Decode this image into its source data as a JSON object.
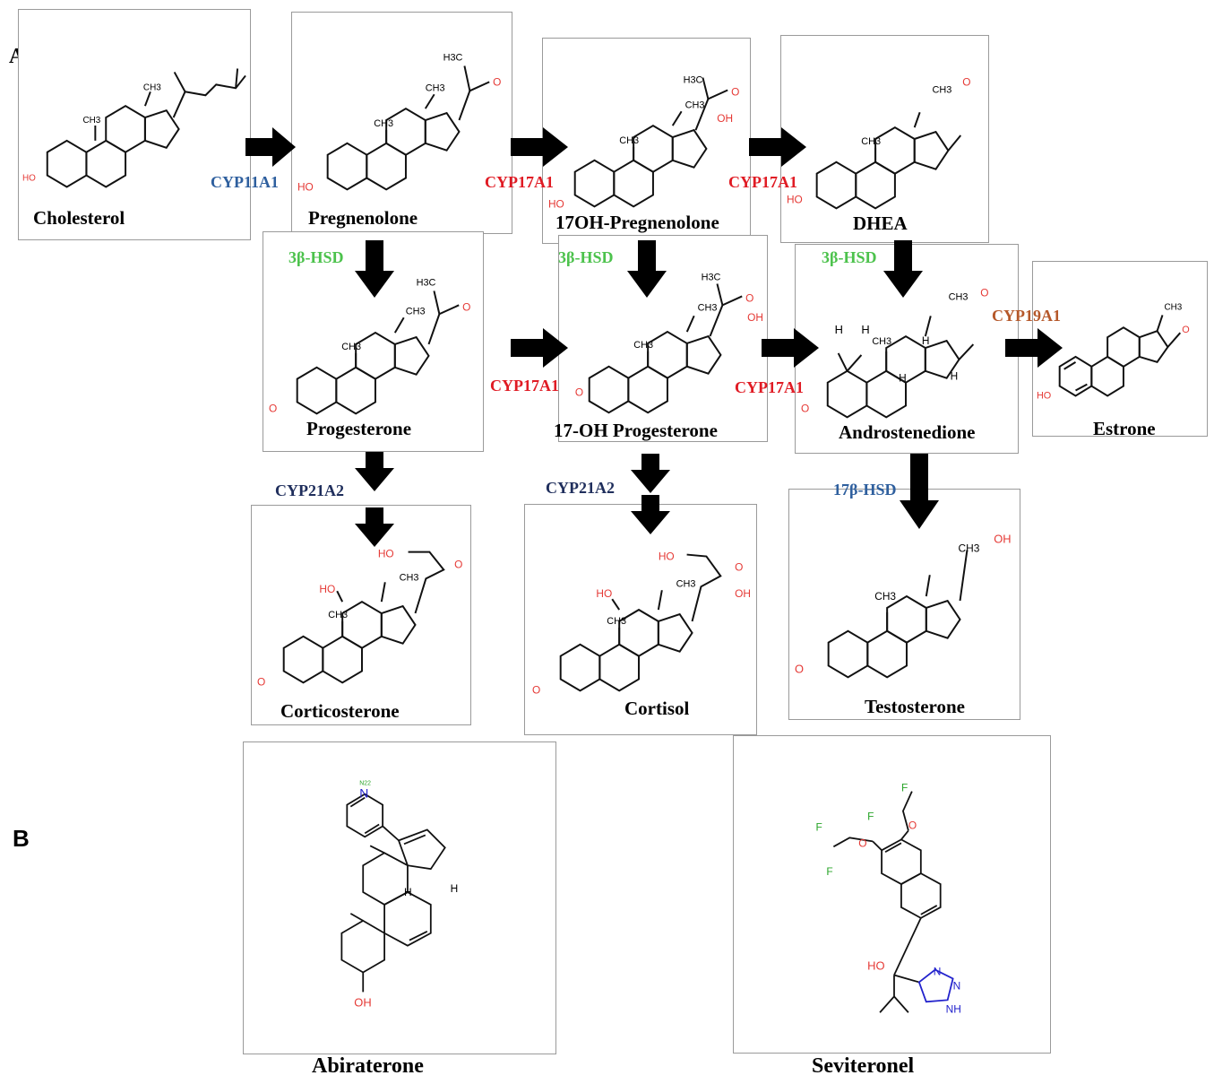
{
  "panels": {
    "a": "A",
    "b": "B"
  },
  "colors": {
    "blue": "#2e5f9e",
    "red": "#e01b24",
    "green": "#4cc24c",
    "navy": "#1f2e5c",
    "brown": "#b5582a",
    "heteroatom": "#e53935",
    "atom_label_green": "#2aa52a",
    "nitrogen": "#2222cc"
  },
  "compounds": {
    "cholesterol": "Cholesterol",
    "pregnenolone": "Pregnenolone",
    "oh_pregnenolone": "17OH-Pregnenolone",
    "dhea": "DHEA",
    "progesterone": "Progesterone",
    "oh_progesterone": "17-OH Progesterone",
    "androstenedione": "Androstenedione",
    "estrone": "Estrone",
    "corticosterone": "Corticosterone",
    "cortisol": "Cortisol",
    "testosterone": "Testosterone"
  },
  "enzymes": {
    "cyp11a1": "CYP11A1",
    "cyp17a1": "CYP17A1",
    "hsd3b": "3β-HSD",
    "cyp21a2": "CYP21A2",
    "cyp19a1": "CYP19A1",
    "hsd17b": "17β-HSD"
  },
  "drugs": {
    "abiraterone": "Abiraterone",
    "seviteronel": "Seviteronel"
  },
  "atoms": {
    "ho": "HO",
    "oh": "OH",
    "o": "O",
    "ch3": "CH3",
    "h3c": "H3C",
    "h": "H",
    "n": "N",
    "nh": "NH",
    "f": "F",
    "n22": "N22"
  }
}
